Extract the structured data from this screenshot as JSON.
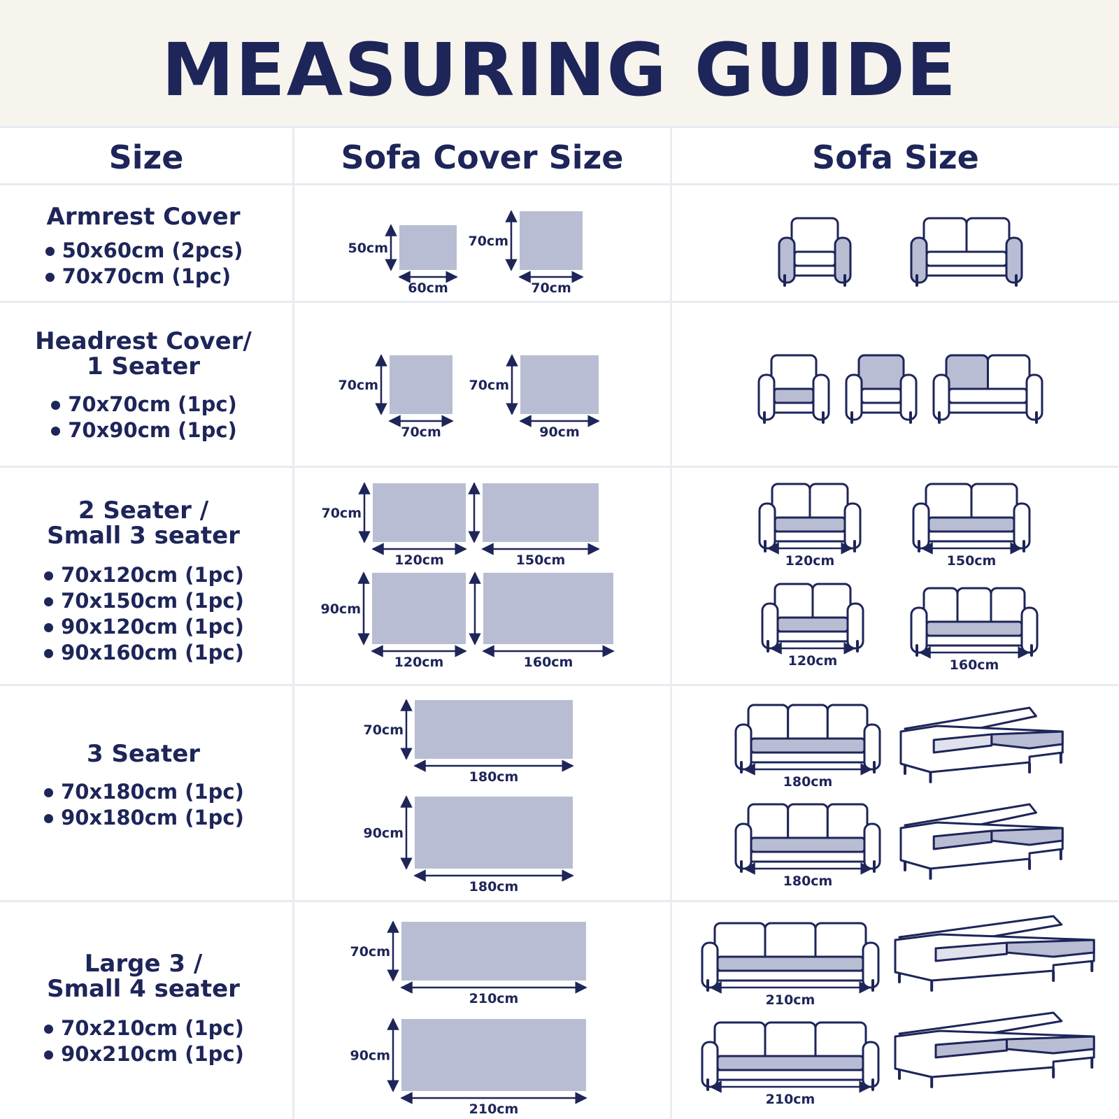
{
  "title": "MEASURING GUIDE",
  "columns": {
    "size": "Size",
    "cover": "Sofa Cover Size",
    "sofa": "Sofa Size"
  },
  "rows": [
    {
      "title": [
        "Armrest Cover"
      ],
      "items": [
        "50x60cm (2pcs)",
        "70x70cm (1pc)"
      ]
    },
    {
      "title": [
        "Headrest Cover/",
        "1 Seater"
      ],
      "items": [
        "70x70cm (1pc)",
        "70x90cm (1pc)"
      ]
    },
    {
      "title": [
        "2 Seater /",
        "Small 3 seater"
      ],
      "items": [
        "70x120cm (1pc)",
        "70x150cm (1pc)",
        "90x120cm (1pc)",
        "90x160cm (1pc)"
      ]
    },
    {
      "title": [
        "3 Seater"
      ],
      "items": [
        "70x180cm (1pc)",
        "90x180cm (1pc)"
      ]
    },
    {
      "title": [
        "Large 3 /",
        "Small 4 seater"
      ],
      "items": [
        "70x210cm (1pc)",
        "90x210cm (1pc)"
      ]
    }
  ],
  "cover_labels": {
    "armrest": {
      "h1": "50cm",
      "w1": "60cm",
      "h2": "70cm",
      "w2": "70cm"
    },
    "headrest": {
      "h1": "70cm",
      "w1": "70cm",
      "h2": "70cm",
      "w2": "90cm"
    },
    "two_seater": {
      "h1": "70cm",
      "w1": "120cm",
      "w2": "150cm",
      "h2": "90cm",
      "w3": "120cm",
      "w4": "160cm"
    },
    "three_seater": {
      "h1": "70cm",
      "w1": "180cm",
      "h2": "90cm",
      "w2": "180cm"
    },
    "large": {
      "h1": "70cm",
      "w1": "210cm",
      "h2": "90cm",
      "w2": "210cm"
    }
  },
  "sofa_labels": {
    "two_seater": [
      "120cm",
      "150cm",
      "120cm",
      "160cm"
    ],
    "three_seater": [
      "180cm",
      "180cm"
    ],
    "large": [
      "210cm",
      "210cm"
    ]
  },
  "colors": {
    "navy": "#1d2559",
    "cover_fill": "#b9bdd3",
    "header_bg": "#f7f4ee",
    "grid": "#e9ebf3"
  }
}
